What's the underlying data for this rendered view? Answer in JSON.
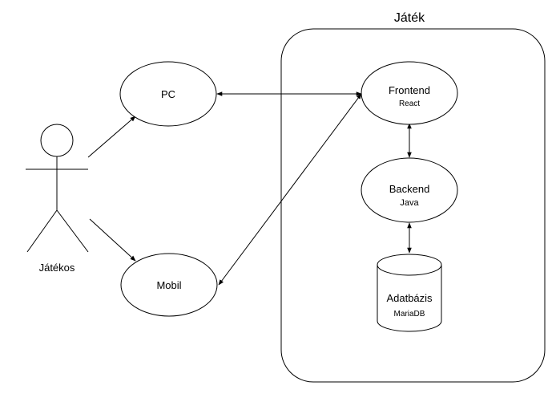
{
  "boundary": {
    "title": "Játék"
  },
  "actor": {
    "label": "Játékos"
  },
  "nodes": {
    "pc": {
      "label": "PC"
    },
    "mobil": {
      "label": "Mobil"
    },
    "frontend": {
      "label": "Frontend",
      "sublabel": "React"
    },
    "backend": {
      "label": "Backend",
      "sublabel": "Java"
    },
    "database": {
      "label": "Adatbázis",
      "sublabel": "MariaDB"
    }
  }
}
